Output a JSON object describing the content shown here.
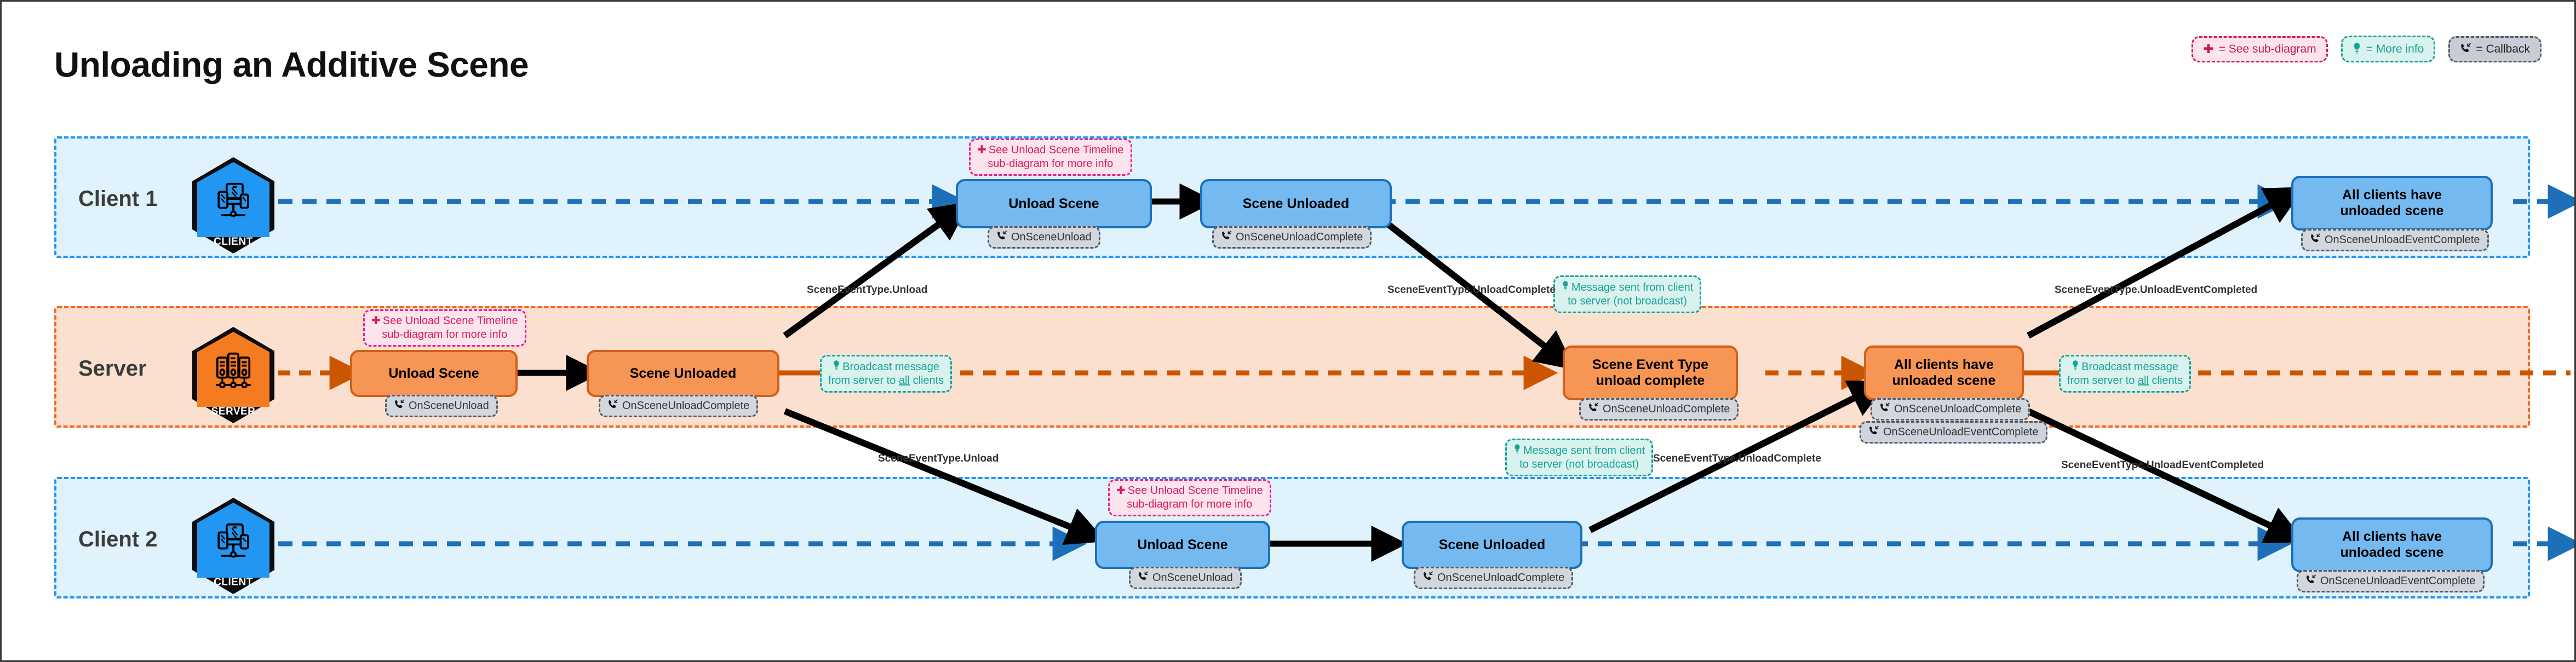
{
  "title": "Unloading an Additive Scene",
  "colors": {
    "client_lane_bg": "#e0f2fb",
    "client_lane_border": "#2196f3",
    "server_lane_bg": "#fbe0d0",
    "server_lane_border": "#f26a21",
    "client_node_bg": "#74b9f0",
    "client_node_border": "#1d70b8",
    "server_node_bg": "#f79554",
    "server_node_border": "#d2601a",
    "note_sub": "#d81b60",
    "note_info": "#17a398",
    "callback": "#545b66"
  },
  "legend": {
    "items": [
      {
        "icon": "plus-icon",
        "glyph": "✚",
        "label": "= See sub-diagram",
        "name": "legend-see-sub-diagram"
      },
      {
        "icon": "lightbulb-icon",
        "glyph": "Ὂ1",
        "label": "= More info",
        "name": "legend-more-info"
      },
      {
        "icon": "phone-callback-icon",
        "glyph": "✆",
        "label": "= Callback",
        "name": "legend-callback"
      }
    ]
  },
  "lanes": [
    {
      "id": "client1",
      "label": "Client 1",
      "actor_icon": "client-devices-icon",
      "actor_name": "CLIENT"
    },
    {
      "id": "server",
      "label": "Server",
      "actor_icon": "server-racks-icon",
      "actor_name": "SERVER"
    },
    {
      "id": "client2",
      "label": "Client 2",
      "actor_icon": "client-devices-icon",
      "actor_name": "CLIENT"
    }
  ],
  "nodes": {
    "c1_unload": {
      "label": "Unload Scene",
      "callbacks": [
        "OnSceneUnload"
      ]
    },
    "c1_unloaded": {
      "label": "Scene Unloaded",
      "callbacks": [
        "OnSceneUnloadComplete"
      ]
    },
    "c1_all": {
      "label": "All clients have\nunloaded scene",
      "callbacks": [
        "OnSceneUnloadEventComplete"
      ]
    },
    "srv_unload": {
      "label": "Unload Scene",
      "callbacks": [
        "OnSceneUnload"
      ]
    },
    "srv_unloaded": {
      "label": "Scene Unloaded",
      "callbacks": [
        "OnSceneUnloadComplete"
      ]
    },
    "srv_evt": {
      "label": "Scene Event Type\nunload complete",
      "callbacks": [
        "OnSceneUnloadComplete"
      ]
    },
    "srv_all": {
      "label": "All clients have\nunloaded scene",
      "callbacks": [
        "OnSceneUnloadComplete",
        "OnSceneUnloadEventComplete"
      ]
    },
    "c2_unload": {
      "label": "Unload Scene",
      "callbacks": [
        "OnSceneUnload"
      ]
    },
    "c2_unloaded": {
      "label": "Scene Unloaded",
      "callbacks": [
        "OnSceneUnloadComplete"
      ]
    },
    "c2_all": {
      "label": "All clients have\nunloaded scene",
      "callbacks": [
        "OnSceneUnloadEventComplete"
      ]
    }
  },
  "notes": {
    "sub_diagram": "See Unload Scene Timeline\nsub-diagram for more info",
    "broadcast": "Broadcast message\nfrom server to all clients",
    "client_to_server": "Message sent from client\nto server (not broadcast)"
  },
  "edge_labels": {
    "unload": "SceneEventType.Unload",
    "unload_complete": "SceneEventType.UnloadComplete",
    "unload_event_completed": "SceneEventType.UnloadEventCompleted"
  },
  "callback_labels": {
    "on_scene_unload": "OnSceneUnload",
    "on_scene_unload_complete": "OnSceneUnloadComplete",
    "on_scene_unload_event_complete": "OnSceneUnloadEventComplete"
  }
}
